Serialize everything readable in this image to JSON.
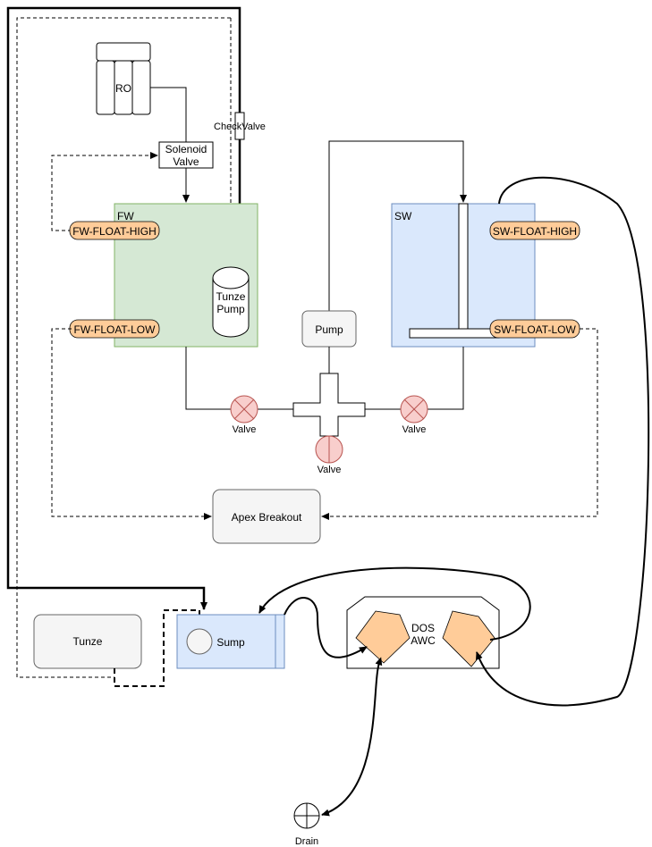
{
  "labels": {
    "ro": "RO",
    "check_valve": "CheckValve",
    "solenoid_line1": "Solenoid",
    "solenoid_line2": "Valve",
    "fw": "FW",
    "sw": "SW",
    "fw_float_high": "FW-FLOAT-HIGH",
    "fw_float_low": "FW-FLOAT-LOW",
    "sw_float_high": "SW-FLOAT-HIGH",
    "sw_float_low": "SW-FLOAT-LOW",
    "tunze_pump_line1": "Tunze",
    "tunze_pump_line2": "Pump",
    "pump": "Pump",
    "valve_left": "Valve",
    "valve_center": "Valve",
    "valve_right": "Valve",
    "apex_breakout": "Apex Breakout",
    "tunze": "Tunze",
    "sump": "Sump",
    "dos_line1": "DOS",
    "dos_line2": "AWC",
    "drain": "Drain"
  },
  "colors": {
    "fw_tank_fill": "#d5e8d4",
    "fw_tank_stroke": "#82b366",
    "sw_tank_fill": "#dae8fc",
    "sw_tank_stroke": "#6c8ebf",
    "float_fill": "#ffcc99",
    "valve_fill": "#f8cecc",
    "box_fill": "#f5f5f5",
    "pump_head_fill": "#ffcc99"
  }
}
